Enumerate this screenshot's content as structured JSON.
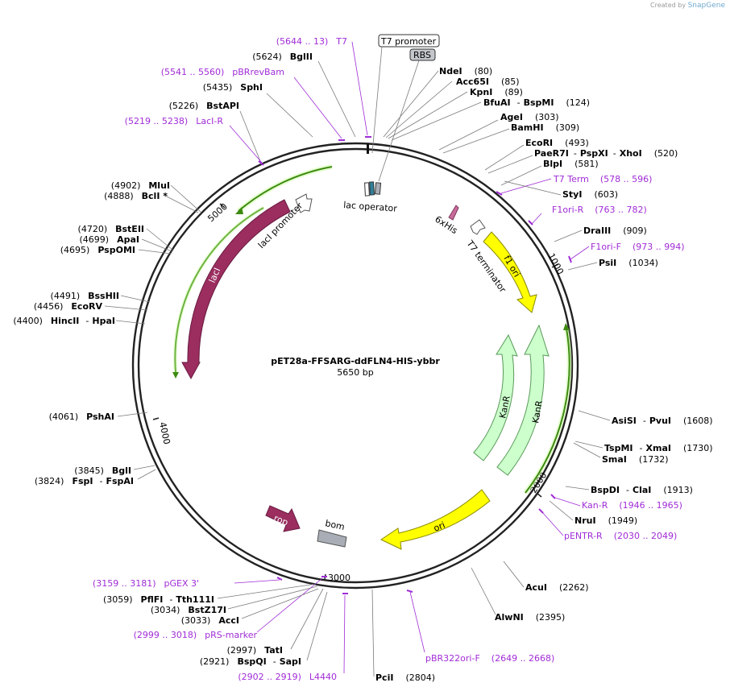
{
  "credit": {
    "prefix": "Created by",
    "brand": "SnapGene"
  },
  "map": {
    "name": "pET28a-FFSARG-ddFLN4-HIS-ybbr",
    "size": "5650 bp"
  },
  "ticks": [
    "1000",
    "2000",
    "3000",
    "4000",
    "5000"
  ],
  "enzymes": [
    {
      "pos": "(80)",
      "name": "NdeI"
    },
    {
      "pos": "(85)",
      "name": "Acc65I"
    },
    {
      "pos": "(89)",
      "name": "KpnI"
    },
    {
      "pos": "(124)",
      "name": "BfuAI",
      "name2": "BspMI"
    },
    {
      "pos": "(303)",
      "name": "AgeI"
    },
    {
      "pos": "(309)",
      "name": "BamHI"
    },
    {
      "pos": "(493)",
      "name": "EcoRI"
    },
    {
      "pos": "(520)",
      "name": "PaeR7I",
      "name2": "PspXI",
      "name3": "XhoI"
    },
    {
      "pos": "(581)",
      "name": "BlpI"
    },
    {
      "pos": "(603)",
      "name": "StyI"
    },
    {
      "pos": "(909)",
      "name": "DraIII"
    },
    {
      "pos": "(1034)",
      "name": "PsiI"
    },
    {
      "pos": "(1608)",
      "name": "AsiSI",
      "name2": "PvuI"
    },
    {
      "pos": "(1730)",
      "name": "TspMI",
      "name2": "XmaI"
    },
    {
      "pos": "(1732)",
      "name": "SmaI"
    },
    {
      "pos": "(1913)",
      "name": "BspDI",
      "name2": "ClaI"
    },
    {
      "pos": "(1949)",
      "name": "NruI"
    },
    {
      "pos": "(2262)",
      "name": "AcuI"
    },
    {
      "pos": "(2395)",
      "name": "AlwNI"
    },
    {
      "pos": "(2804)",
      "name": "PciI"
    },
    {
      "pos": "(2921)",
      "name": "BspQI",
      "name2": "SapI"
    },
    {
      "pos": "(2997)",
      "name": "TatI"
    },
    {
      "pos": "(3033)",
      "name": "AccI"
    },
    {
      "pos": "(3034)",
      "name": "BstZ17I"
    },
    {
      "pos": "(3059)",
      "name": "PflFI",
      "name2": "Tth111I"
    },
    {
      "pos": "(3824)",
      "name": "FspI",
      "name2": "FspAI"
    },
    {
      "pos": "(3845)",
      "name": "BglI"
    },
    {
      "pos": "(4061)",
      "name": "PshAI"
    },
    {
      "pos": "(4400)",
      "name": "HincII",
      "name2": "HpaI"
    },
    {
      "pos": "(4456)",
      "name": "EcoRV"
    },
    {
      "pos": "(4491)",
      "name": "BssHII"
    },
    {
      "pos": "(4695)",
      "name": "PspOMI"
    },
    {
      "pos": "(4699)",
      "name": "ApaI"
    },
    {
      "pos": "(4720)",
      "name": "BstEII"
    },
    {
      "pos": "(4888)",
      "name": "BclI *"
    },
    {
      "pos": "(4902)",
      "name": "MluI"
    },
    {
      "pos": "(5226)",
      "name": "BstAPI"
    },
    {
      "pos": "(5435)",
      "name": "SphI"
    },
    {
      "pos": "(5624)",
      "name": "BglII"
    }
  ],
  "primers": [
    {
      "range": "(5644 .. 13)",
      "name": "T7"
    },
    {
      "range": "(5541 .. 5560)",
      "name": "pBRrevBam"
    },
    {
      "range": "(5219 .. 5238)",
      "name": "LacI-R"
    },
    {
      "range": "(578 .. 596)",
      "name": "T7 Term"
    },
    {
      "range": "(763 .. 782)",
      "name": "F1ori-R"
    },
    {
      "range": "(973 .. 994)",
      "name": "F1ori-F"
    },
    {
      "range": "(1946 .. 1965)",
      "name": "Kan-R"
    },
    {
      "range": "(2030 .. 2049)",
      "name": "pENTR-R"
    },
    {
      "range": "(2649 .. 2668)",
      "name": "pBR322ori-F"
    },
    {
      "range": "(2902 .. 2919)",
      "name": "L4440"
    },
    {
      "range": "(2999 .. 3018)",
      "name": "pRS-marker"
    },
    {
      "range": "(3159 .. 3181)",
      "name": "pGEX 3'"
    }
  ],
  "features": {
    "t7_promoter": "T7 promoter",
    "rbs": "RBS",
    "lac_operator": "lac operator",
    "his_tag": "6xHis",
    "t7_terminator": "T7 terminator",
    "f1_ori": "f1 ori",
    "kanr_1": "KanR",
    "kanr_2": "KanR",
    "ori": "ori",
    "rop": "rop",
    "bom": "bom",
    "laci": "lacI",
    "laci_promoter": "lacI promoter"
  },
  "colors": {
    "backbone": "#222222",
    "laci": "#9b2d5f",
    "f1ori": "#ffff00",
    "ori": "#ffff00",
    "kanr": "#ccffcc",
    "primer": "#a02cd6",
    "orf_arrow": "#3d8a10",
    "bom": "#a9aeb6",
    "his": "#c96b9a"
  }
}
